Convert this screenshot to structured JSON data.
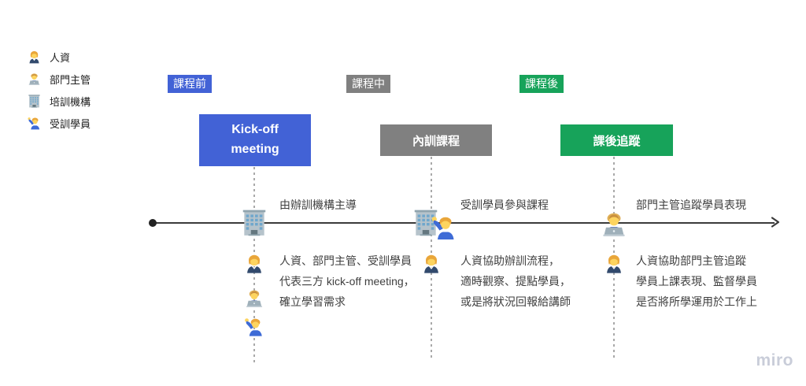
{
  "board": {
    "watermark": "miro",
    "background": "#ffffff"
  },
  "colors": {
    "phase_blue": "#4262d6",
    "phase_gray": "#808080",
    "phase_green": "#17a35a",
    "timeline": "#3b3b3b",
    "dashed_line": "#a9a9a9",
    "text": "#3f3f3f"
  },
  "legend": {
    "items": [
      {
        "icon": "woman-office-worker-icon",
        "label": "人資"
      },
      {
        "icon": "man-technologist-icon",
        "label": "部門主管"
      },
      {
        "icon": "office-building-icon",
        "label": "培訓機構"
      },
      {
        "icon": "man-raising-hand-icon",
        "label": "受訓學員"
      }
    ]
  },
  "phases": [
    {
      "badge": "課程前",
      "color": "#4262d6"
    },
    {
      "badge": "課程中",
      "color": "#808080"
    },
    {
      "badge": "課程後",
      "color": "#17a35a"
    }
  ],
  "stages": [
    {
      "title": "Kick-off meeting",
      "timeline_note": "由辦訓機構主導",
      "timeline_icons": [
        "office-building"
      ],
      "detail_icons": [
        "woman-office-worker",
        "man-technologist",
        "man-raising-hand"
      ],
      "detail": "人資、部門主管、受訓學員\n代表三方 kick-off meeting，\n確立學習需求"
    },
    {
      "title": "內訓課程",
      "timeline_note": "受訓學員參與課程",
      "timeline_icons": [
        "office-building",
        "man-raising-hand"
      ],
      "detail_icons": [
        "woman-office-worker"
      ],
      "detail": "人資協助辦訓流程，\n適時觀察、提點學員，\n或是將狀況回報給講師"
    },
    {
      "title": "課後追蹤",
      "timeline_note": "部門主管追蹤學員表現",
      "timeline_icons": [
        "man-technologist"
      ],
      "detail_icons": [
        "woman-office-worker"
      ],
      "detail": "人資協助部門主管追蹤\n學員上課表現、監督學員\n是否將所學運用於工作上"
    }
  ]
}
